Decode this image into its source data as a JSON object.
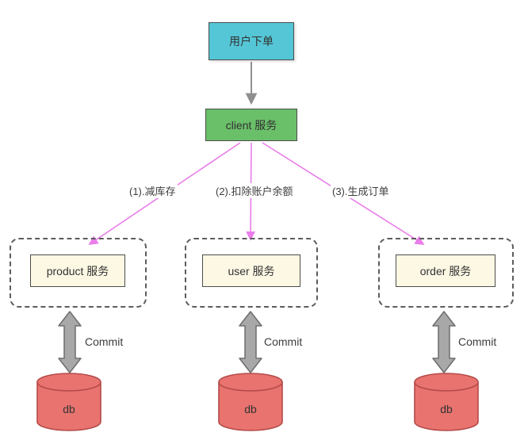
{
  "diagram": {
    "nodes": {
      "order_entry": {
        "label": "用户下单",
        "color": "#54c6d6"
      },
      "client": {
        "label": "client 服务",
        "color": "#6abf69"
      },
      "services": [
        {
          "label": "product 服务"
        },
        {
          "label": "user 服务"
        },
        {
          "label": "order 服务"
        }
      ],
      "service_fill": "#fdf8e4",
      "db_fill": "#e8736f"
    },
    "edges": {
      "labels": [
        "(1).减库存",
        "(2).扣除账户余额",
        "(3).生成订单"
      ],
      "arrow_color": "#ea7de9",
      "flow_arrow_color": "#8f8f8f",
      "commit_arrow_color": "#a8a8a8"
    },
    "commit_label": "Commit",
    "db_label": "db"
  }
}
